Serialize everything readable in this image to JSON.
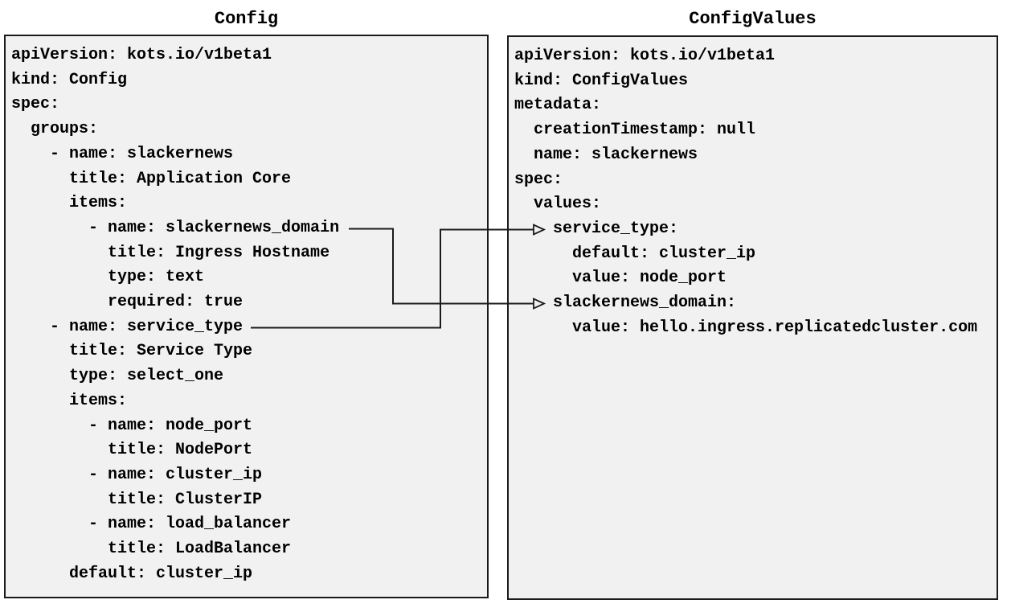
{
  "panels": {
    "config": {
      "title": "Config",
      "code": [
        "apiVersion: kots.io/v1beta1",
        "kind: Config",
        "spec:",
        "  groups:",
        "    - name: slackernews",
        "      title: Application Core",
        "      items:",
        "        - name: slackernews_domain",
        "          title: Ingress Hostname",
        "          type: text",
        "          required: true",
        "    - name: service_type",
        "      title: Service Type",
        "      type: select_one",
        "      items:",
        "        - name: node_port",
        "          title: NodePort",
        "        - name: cluster_ip",
        "          title: ClusterIP",
        "        - name: load_balancer",
        "          title: LoadBalancer",
        "      default: cluster_ip"
      ]
    },
    "configvalues": {
      "title": "ConfigValues",
      "code": [
        "apiVersion: kots.io/v1beta1",
        "kind: ConfigValues",
        "metadata:",
        "  creationTimestamp: null",
        "  name: slackernews",
        "spec:",
        "  values:",
        "    service_type:",
        "      default: cluster_ip",
        "      value: node_port",
        "    slackernews_domain:",
        "      value: hello.ingress.replicatedcluster.com"
      ]
    }
  },
  "connections": [
    {
      "from_panel": "Config",
      "from_field": "slackernews_domain",
      "to_panel": "ConfigValues",
      "to_field": "slackernews_domain"
    },
    {
      "from_panel": "Config",
      "from_field": "service_type",
      "to_panel": "ConfigValues",
      "to_field": "service_type"
    }
  ],
  "colors": {
    "page_bg": "#ffffff",
    "panel_bg": "#f1f1f2",
    "panel_border": "#1a1a1a",
    "text": "#000000",
    "arrow": "#1a1a1a"
  }
}
